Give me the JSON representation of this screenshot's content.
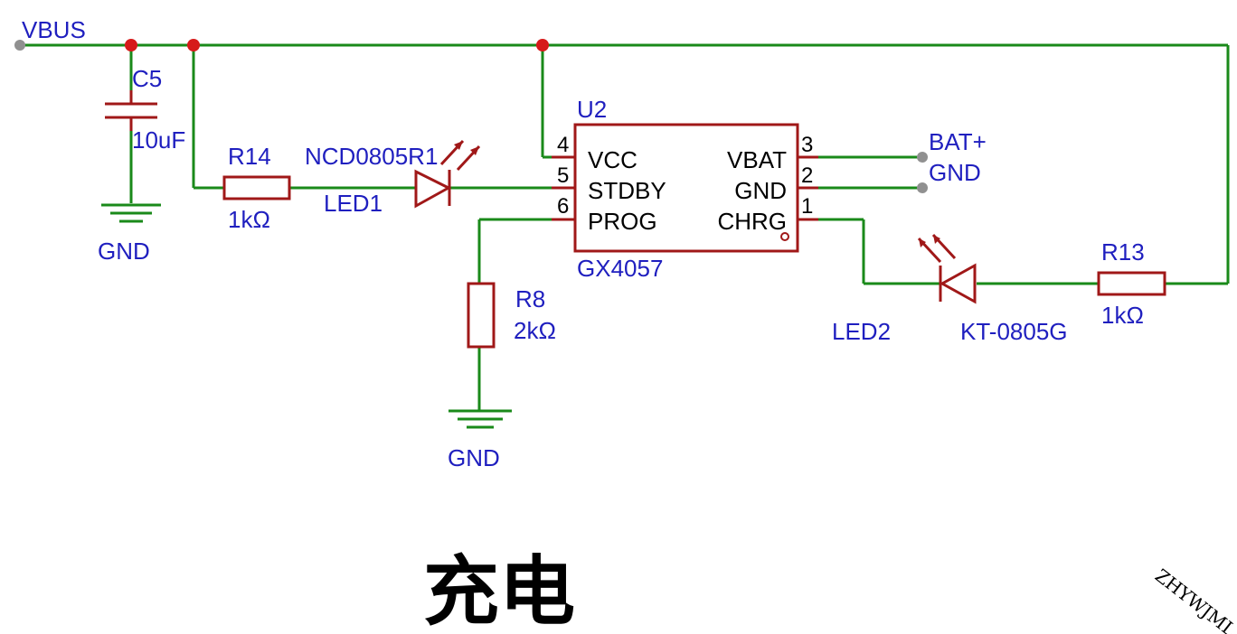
{
  "nets": {
    "vbus": "VBUS",
    "gnd1": "GND",
    "gnd2": "GND",
    "bat_plus": "BAT+",
    "gnd_out": "GND"
  },
  "components": {
    "c5": {
      "ref": "C5",
      "value": "10uF"
    },
    "r14": {
      "ref": "R14",
      "value": "1kΩ"
    },
    "led1": {
      "ref": "LED1",
      "value": "NCD0805R1"
    },
    "r8": {
      "ref": "R8",
      "value": "2kΩ"
    },
    "u2": {
      "ref": "U2",
      "value": "GX4057",
      "pins": {
        "vcc": {
          "num": "4",
          "label": "VCC"
        },
        "stdby": {
          "num": "5",
          "label": "STDBY"
        },
        "prog": {
          "num": "6",
          "label": "PROG"
        },
        "vbat": {
          "num": "3",
          "label": "VBAT"
        },
        "gnd": {
          "num": "2",
          "label": "GND"
        },
        "chrg": {
          "num": "1",
          "label": "CHRG"
        }
      }
    },
    "led2": {
      "ref": "LED2",
      "value": "KT-0805G"
    },
    "r13": {
      "ref": "R13",
      "value": "1kΩ"
    }
  },
  "title": "充电",
  "watermark": "ZHYWJML",
  "colors": {
    "wire": "#1a8a1a",
    "component": "#a01818",
    "junction": "#d61a1a",
    "label": "#1f1fbf"
  }
}
